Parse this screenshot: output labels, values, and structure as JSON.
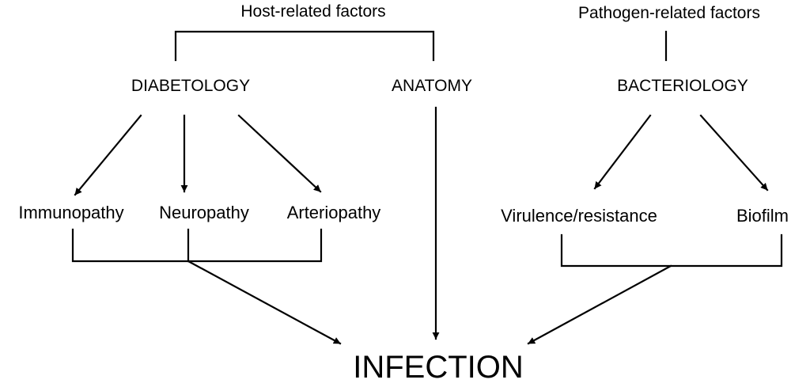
{
  "diagram": {
    "host_header": "Host-related factors",
    "pathogen_header": "Pathogen-related factors",
    "nodes": {
      "diabetology": "DIABETOLOGY",
      "anatomy": "ANATOMY",
      "bacteriology": "BACTERIOLOGY",
      "immunopathy": "Immunopathy",
      "neuropathy": "Neuropathy",
      "arteriopathy": "Arteriopathy",
      "virulence": "Virulence/resistance",
      "biofilm": "Biofilm",
      "infection": "INFECTION"
    },
    "edges": [
      {
        "from": "Host-related factors",
        "to": "DIABETOLOGY"
      },
      {
        "from": "Host-related factors",
        "to": "ANATOMY"
      },
      {
        "from": "Pathogen-related factors",
        "to": "BACTERIOLOGY"
      },
      {
        "from": "DIABETOLOGY",
        "to": "Immunopathy"
      },
      {
        "from": "DIABETOLOGY",
        "to": "Neuropathy"
      },
      {
        "from": "DIABETOLOGY",
        "to": "Arteriopathy"
      },
      {
        "from": "BACTERIOLOGY",
        "to": "Virulence/resistance"
      },
      {
        "from": "BACTERIOLOGY",
        "to": "Biofilm"
      },
      {
        "from": "ANATOMY",
        "to": "INFECTION"
      },
      {
        "from": "Immunopathy + Neuropathy + Arteriopathy",
        "to": "INFECTION"
      },
      {
        "from": "Virulence/resistance + Biofilm",
        "to": "INFECTION"
      }
    ],
    "colors": {
      "line": "#000000",
      "text": "#000000",
      "background": "#ffffff"
    }
  }
}
